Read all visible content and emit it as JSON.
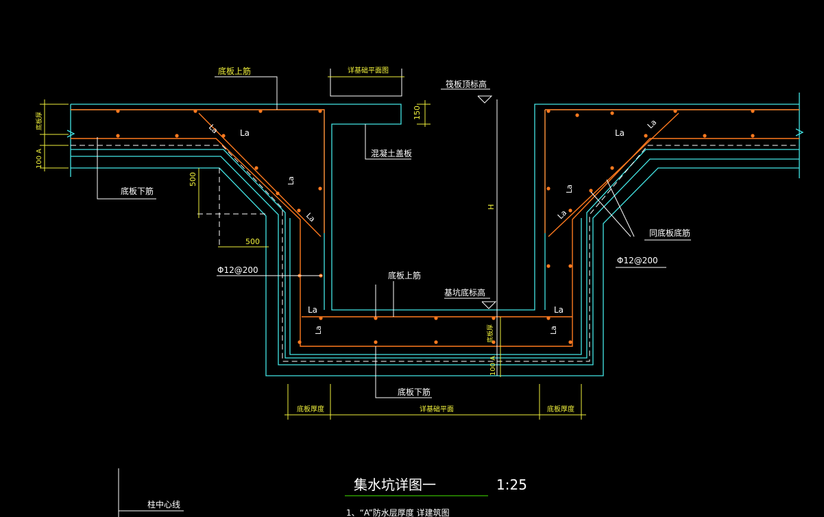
{
  "colors": {
    "background": "#000000",
    "concrete": "#43e6e6",
    "rebar": "#ff7a1f",
    "dimension": "#f0f03c",
    "leader": "#ffffff",
    "level": "#ffffff"
  },
  "labels": {
    "top_rebar_slab": "底板上筋",
    "see_foundation_plan_top": "详基础平面图",
    "raft_top_elev": "筏板顶标高",
    "slab_thickness_left": "底板厚",
    "concrete_cover": "混凝土盖板",
    "la_1": "La",
    "la_2": "La",
    "la_3": "La",
    "la_4": "La",
    "la_5": "La",
    "la_6": "La",
    "la_7": "La",
    "la_8": "La",
    "la_9": "La",
    "la_10": "La",
    "la_11": "La",
    "la_12": "La",
    "bottom_rebar_slab": "底板下筋",
    "same_as_slab_rebar": "同底板底筋",
    "phi_left": "Φ12@200",
    "phi_right": "Φ12@200",
    "pit_top_rebar": "底板上筋",
    "pit_bottom_elev": "基坑底标高",
    "pit_bottom_rebar": "底板下筋",
    "pit_slab_thickness": "底板厚",
    "thickness_left": "底板厚度",
    "see_foundation_plan_bottom": "详基础平面",
    "thickness_right": "底板厚度",
    "column_centerline": "柱中心线",
    "drawing_title": "集水坑详图一",
    "drawing_scale": "1:25",
    "note_1": "1、“A”防水层厚度 详建筑图"
  },
  "dims": {
    "d150": "150",
    "d500_vertical": "500",
    "d500_horizontal": "500",
    "h": "H",
    "d100a_left": "100 A",
    "d100a_bottom": "100 A"
  }
}
